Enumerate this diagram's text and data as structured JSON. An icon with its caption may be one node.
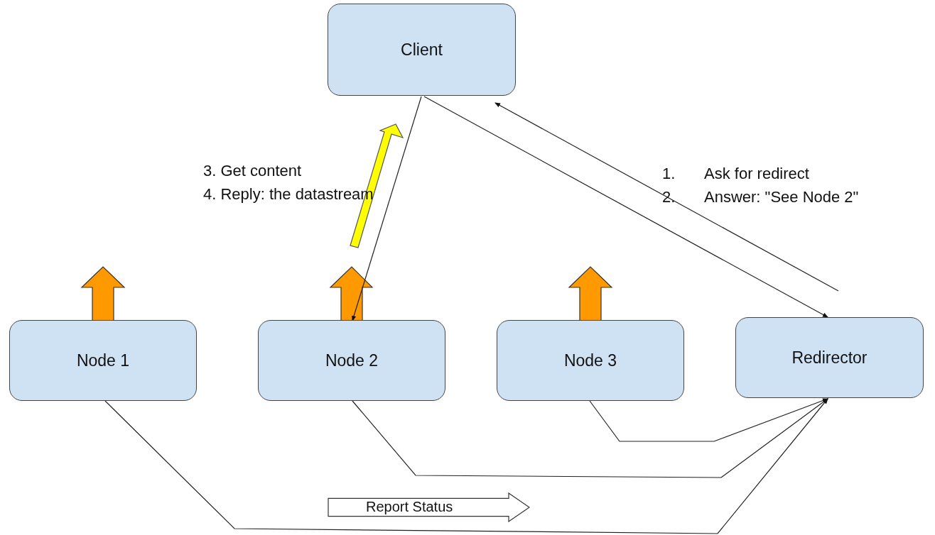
{
  "diagram": {
    "nodes": [
      {
        "text": [
          "Client"
        ]
      },
      {
        "text": [
          "Node 1"
        ]
      },
      {
        "text": [
          "Node 2"
        ]
      },
      {
        "text": [
          "Node 3"
        ]
      },
      {
        "text": [
          "Redirector"
        ]
      },
      {
        "text": [
          "Report Status"
        ]
      }
    ],
    "edges": [
      {
        "from": 0,
        "to": 2,
        "arrow": "to"
      },
      {
        "from": 0,
        "to": 4,
        "arrow": "to"
      },
      {
        "from": 4,
        "to": 0,
        "arrow": "to"
      },
      {
        "from": 3,
        "to": 4,
        "arrow": "to"
      },
      {
        "from": 2,
        "to": 4,
        "arrow": "to"
      },
      {
        "from": 1,
        "to": 4,
        "arrow": "to"
      }
    ],
    "labels": [
      "3. Get content",
      "4. Reply: the datastream",
      "1.",
      "Ask for redirect",
      "2.",
      "Answer: \"See Node 2\""
    ]
  }
}
